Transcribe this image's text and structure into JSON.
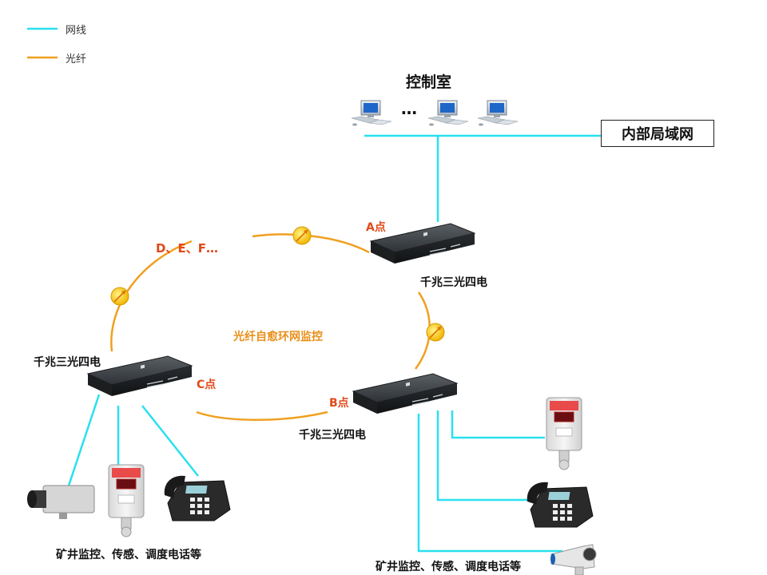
{
  "legend": {
    "network_cable": "网线",
    "fiber": "光纤",
    "colors": {
      "network_cable": "#29e0f0",
      "fiber": "#f0a020"
    }
  },
  "control_room": {
    "title": "控制室",
    "ellipsis": "…"
  },
  "lan": {
    "label": "内部局域网"
  },
  "ring": {
    "label": "光纤自愈环网监控",
    "more_points": "D、E、F…"
  },
  "points": {
    "a": "A点",
    "b": "B点",
    "c": "C点"
  },
  "switches": {
    "a": "千兆三光四电",
    "b": "千兆三光四电",
    "c": "千兆三光四电"
  },
  "devices": {
    "left_caption": "矿井监控、传感、调度电话等",
    "right_caption": "矿井监控、传感、调度电话等"
  }
}
